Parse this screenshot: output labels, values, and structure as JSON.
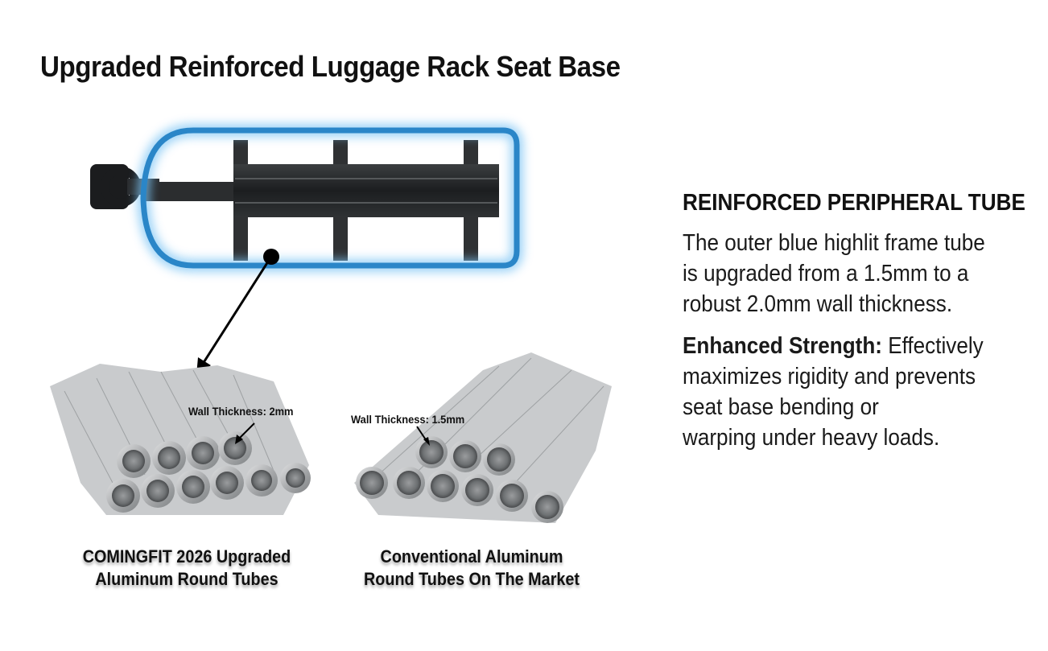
{
  "headline": "Upgraded Reinforced Luggage Rack Seat Base",
  "tubes_left": {
    "label": "Wall Thickness: 2mm",
    "caption_line1": "COMINGFIT 2026 Upgraded",
    "caption_line2": "Aluminum Round Tubes"
  },
  "tubes_right": {
    "label": "Wall Thickness: 1.5mm",
    "caption_line1": "Conventional Aluminum",
    "caption_line2": "Round Tubes On The Market"
  },
  "panel": {
    "heading": "REINFORCED PERIPHERAL TUBE",
    "desc_lines": [
      "The outer blue highlit frame tube",
      "is upgraded from a 1.5mm to a",
      "robust 2.0mm wall thickness."
    ],
    "strength_label": "Enhanced Strength:",
    "strength_lines": [
      " Effectively",
      "maximizes rigidity and prevents",
      "seat base bending or",
      "warping under heavy loads."
    ]
  },
  "colors": {
    "frame_blue": "#2a86c8",
    "glow_blue": "#7cc4f4",
    "tube_metal": "#b9bbbd",
    "text": "#111111"
  }
}
